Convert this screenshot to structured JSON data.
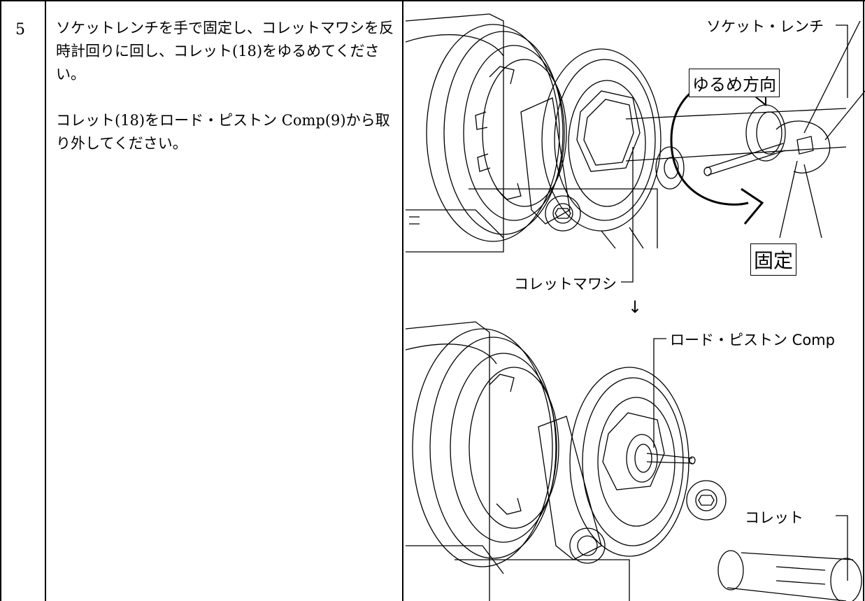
{
  "step": {
    "number": "5"
  },
  "instructions": {
    "paragraph1": "ソケットレンチを手で固定し、コレットマワシを反時計回りに回し、コレット(18)をゆるめてください。",
    "paragraph2": "コレット(18)をロード・ピストン Comp(9)から取り外してください。"
  },
  "figure_top": {
    "label_socket_wrench": "ソケット・レンチ",
    "label_loosen_direction": "ゆるめ方向",
    "label_fix": "固定",
    "label_collet_turner": "コレットマワシ"
  },
  "arrow_between": "↓",
  "figure_bottom": {
    "label_rod_piston": "ロード・ピストン Comp",
    "label_collet": "コレット"
  }
}
